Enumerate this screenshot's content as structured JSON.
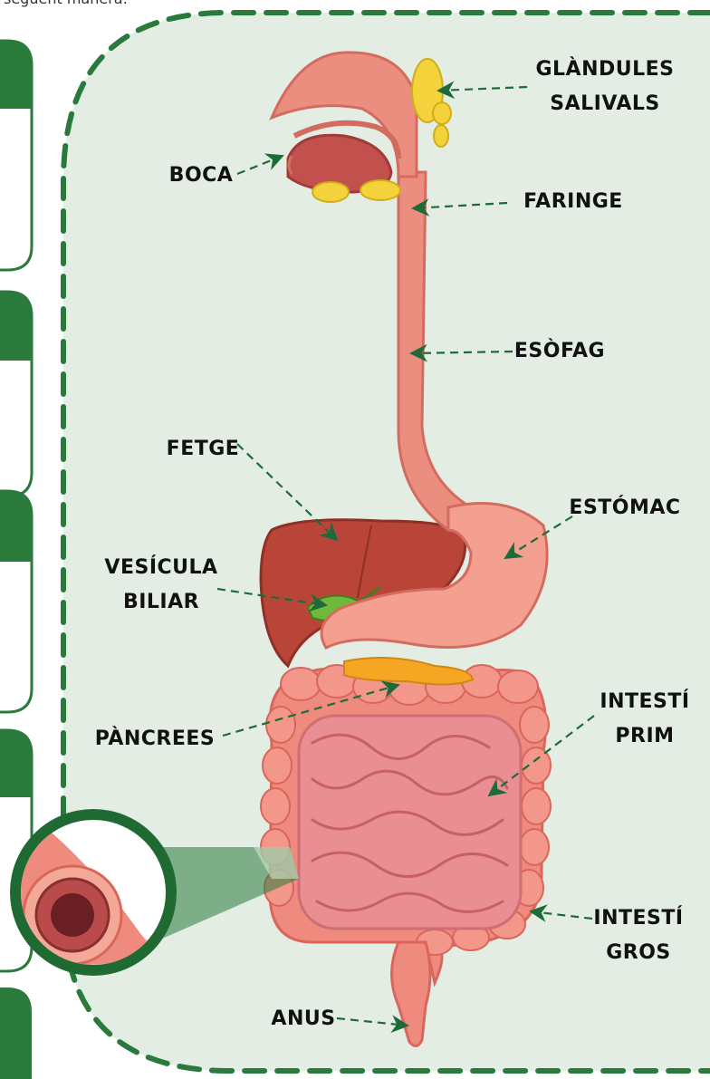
{
  "header": {
    "caption_fragment": "següent manera:"
  },
  "colors": {
    "panel_bg": "#e3ede3",
    "panel_border": "#2a7a3c",
    "card_border": "#2a7a3c",
    "card_header": "#2a7a3c",
    "arrow": "#1e6b3a",
    "label_text": "#111111"
  },
  "labels": {
    "glandules": "GLÀNDULES",
    "salivals": "SALIVALS",
    "boca": "BOCA",
    "faringe": "FARINGE",
    "esofag": "ESÒFAG",
    "fetge": "FETGE",
    "estomac": "ESTÓMAC",
    "vesicula": "VESÍCULA",
    "biliar": "BILIAR",
    "pancrees": "PÀNCREES",
    "intesti_prim_1": "INTESTÍ",
    "intesti_prim_2": "PRIM",
    "intesti_gros_1": "INTESTÍ",
    "intesti_gros_2": "GROS",
    "anus": "ANUS"
  },
  "icons": {
    "lens": "intestine-cross-section-icon"
  }
}
